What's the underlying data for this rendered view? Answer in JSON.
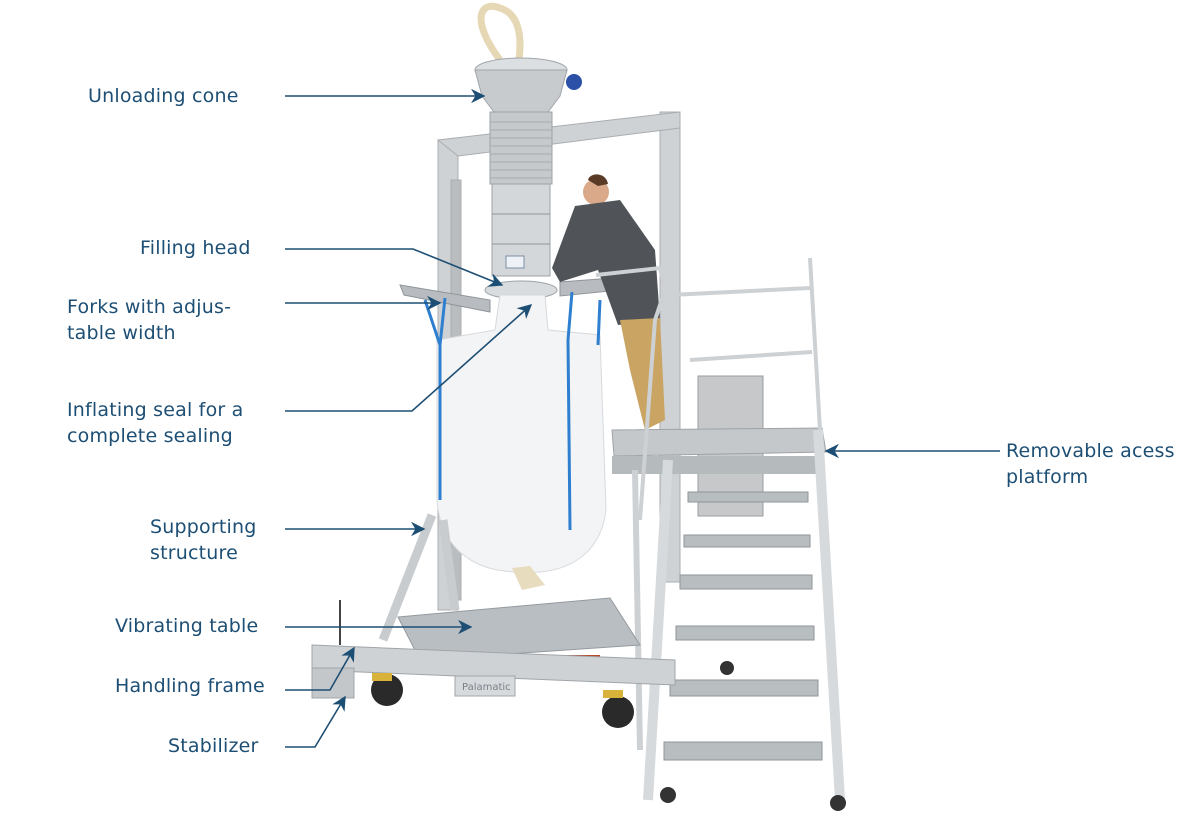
{
  "diagram": {
    "subject": "Big bag filling station",
    "colors": {
      "label_text": "#1d4e74",
      "arrow": "#1d4e74",
      "background": "#ffffff",
      "steel": "#c9cccf",
      "steel_dark": "#9ea3a8",
      "bag": "#f3f4f5",
      "strap": "#2f7fd0",
      "hose": "#e6d7b5",
      "wheel_bracket": "#d9b23a"
    },
    "brand_plate": "Palamatic",
    "labels": [
      {
        "id": "unloading-cone",
        "lines": [
          "Unloading cone"
        ]
      },
      {
        "id": "filling-head",
        "lines": [
          "Filling head"
        ]
      },
      {
        "id": "forks",
        "lines": [
          "Forks with adjus-",
          "table width"
        ]
      },
      {
        "id": "inflating-seal",
        "lines": [
          "Inflating seal for a",
          "complete sealing"
        ]
      },
      {
        "id": "supporting-structure",
        "lines": [
          "Supporting",
          "structure"
        ]
      },
      {
        "id": "vibrating-table",
        "lines": [
          "Vibrating table"
        ]
      },
      {
        "id": "handling-frame",
        "lines": [
          "Handling frame"
        ]
      },
      {
        "id": "stabilizer",
        "lines": [
          "Stabilizer"
        ]
      },
      {
        "id": "access-platform",
        "lines": [
          "Removable acess",
          "platform"
        ]
      }
    ]
  }
}
